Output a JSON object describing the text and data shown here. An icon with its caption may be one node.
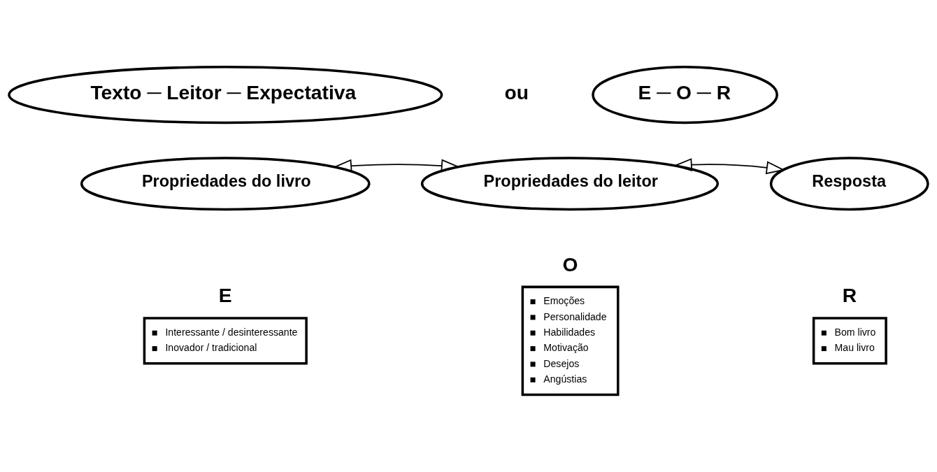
{
  "diagram": {
    "nodes": [
      {
        "text": [
          "Texto ─ Leitor ─ Expectativa"
        ]
      },
      {
        "text": [
          "E ─ O ─ R"
        ]
      },
      {
        "text": [
          "Propriedades do livro"
        ]
      },
      {
        "text": [
          "Propriedades do leitor"
        ]
      },
      {
        "text": [
          "Resposta"
        ]
      },
      {
        "text": [
          "E",
          "Interessante / desinteressante",
          "Inovador / tradicional"
        ]
      },
      {
        "text": [
          "O",
          "Emoções",
          "Personalidade",
          "Habilidades",
          "Motivação",
          "Desejos",
          "Angústias"
        ]
      },
      {
        "text": [
          "R",
          "Bom livro",
          "Mau livro"
        ]
      }
    ],
    "edges": [
      {
        "from": 2,
        "to": 3,
        "arrow": "both"
      },
      {
        "from": 3,
        "to": 4,
        "arrow": "both"
      }
    ],
    "labels": [
      "ou"
    ]
  }
}
